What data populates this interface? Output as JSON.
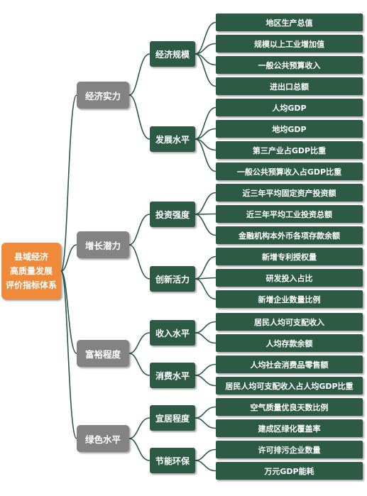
{
  "root": {
    "lines": [
      "县域经济",
      "高质量发展",
      "评价指标体系"
    ]
  },
  "categories": [
    {
      "label": "经济实力",
      "groups": [
        {
          "label": "经济规模",
          "items": [
            "地区生产总值",
            "规模以上工业增加值",
            "一般公共预算收入",
            "进出口总额"
          ]
        },
        {
          "label": "发展水平",
          "items": [
            "人均GDP",
            "地均GDP",
            "第三产业占GDP比重",
            "一般公共预算收入占GDP比重"
          ]
        }
      ]
    },
    {
      "label": "增长潜力",
      "groups": [
        {
          "label": "投资强度",
          "items": [
            "近三年平均固定资产投资额",
            "近三年平均工业投资总额",
            "金融机构本外币各项存款余额"
          ]
        },
        {
          "label": "创新活力",
          "items": [
            "新增专利授权量",
            "研发投入占比",
            "新增企业数量比例"
          ]
        }
      ]
    },
    {
      "label": "富裕程度",
      "groups": [
        {
          "label": "收入水平",
          "items": [
            "居民人均可支配收入",
            "人均存款余额"
          ]
        },
        {
          "label": "消费水平",
          "items": [
            "人均社会消费品零售额",
            "居民人均可支配收入占人均GDP比重"
          ]
        }
      ]
    },
    {
      "label": "绿色水平",
      "groups": [
        {
          "label": "宜居程度",
          "items": [
            "空气质量优良天数比例",
            "建成区绿化覆盖率"
          ]
        },
        {
          "label": "节能环保",
          "items": [
            "许可排污企业数量",
            "万元GDP能耗"
          ]
        }
      ]
    }
  ],
  "colors": {
    "root": "#ee8a3a",
    "category": "#838383",
    "node": "#2c5a45",
    "connector": "#2c5a45"
  }
}
